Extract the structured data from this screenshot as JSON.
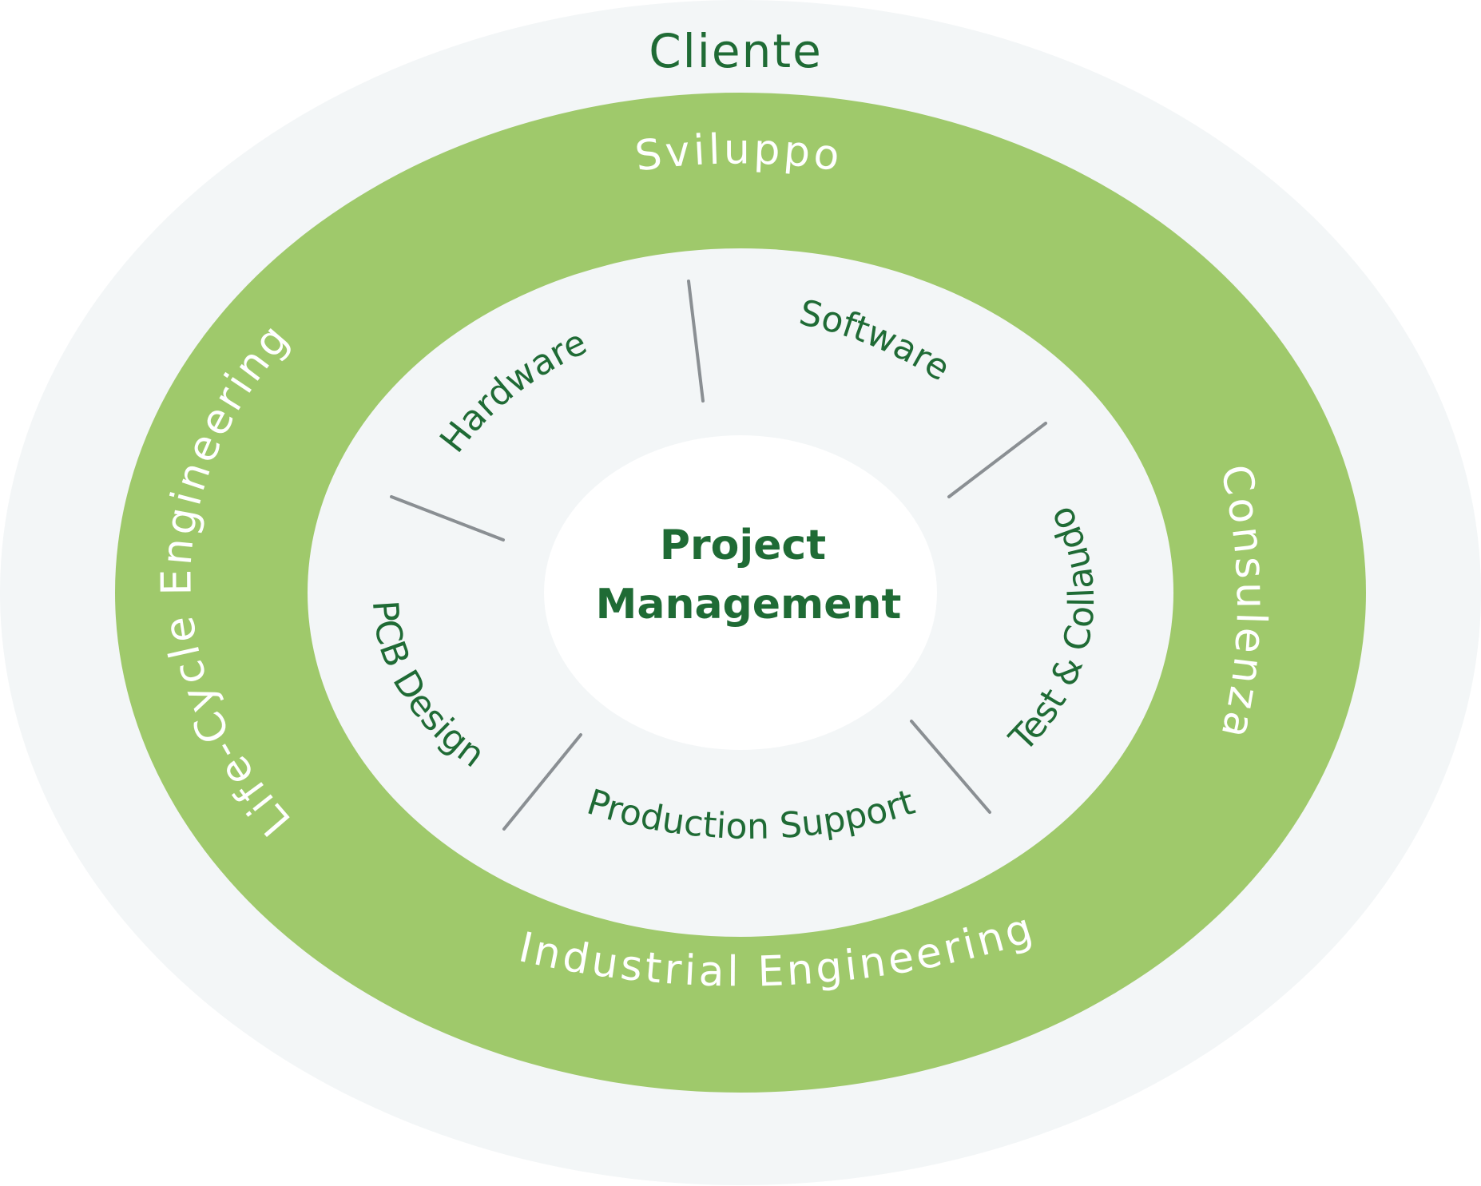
{
  "outer": {
    "label": "Cliente"
  },
  "ring": {
    "top": "Sviluppo",
    "left": "Life-Cycle Engineering",
    "right": "Consulenza",
    "bottom": "Industrial Engineering"
  },
  "inner": {
    "hardware": "Hardware",
    "software": "Software",
    "pcb": "PCB Design",
    "test": "Test & Collaudo",
    "production": "Production Support"
  },
  "core": {
    "line1": "Project",
    "line2": "Management"
  },
  "colors": {
    "outer_fill": "#f3f6f7",
    "ring_fill": "#9fc96b",
    "inner_fill": "#f3f6f7",
    "core_fill": "#ffffff",
    "dark_green": "#1f6b35",
    "divider": "#8a8f93"
  }
}
